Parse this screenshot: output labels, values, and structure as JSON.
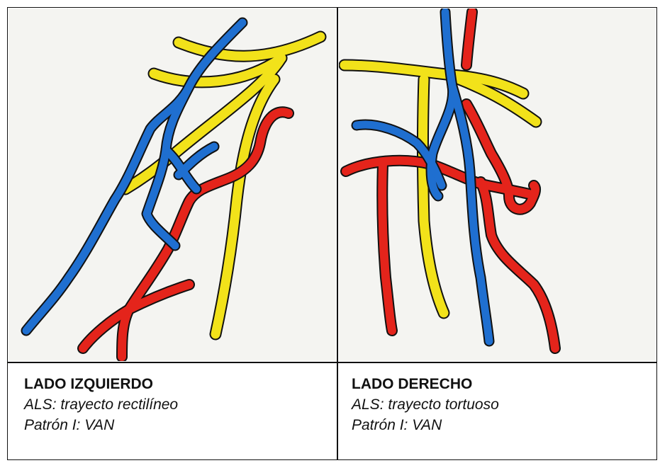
{
  "panels": {
    "left": {
      "title": "LADO IZQUIERDO",
      "line1": "ALS: trayecto rectilíneo",
      "line2": "Patrón I: VAN"
    },
    "right": {
      "title": "LADO DERECHO",
      "line1": "ALS: trayecto tortuoso",
      "line2": "Patrón I: VAN"
    }
  },
  "colors": {
    "vein": "#1f6fd0",
    "artery": "#e4241b",
    "nerve": "#f2e21a",
    "outline": "#111111",
    "paper": "#f4f4f1"
  }
}
